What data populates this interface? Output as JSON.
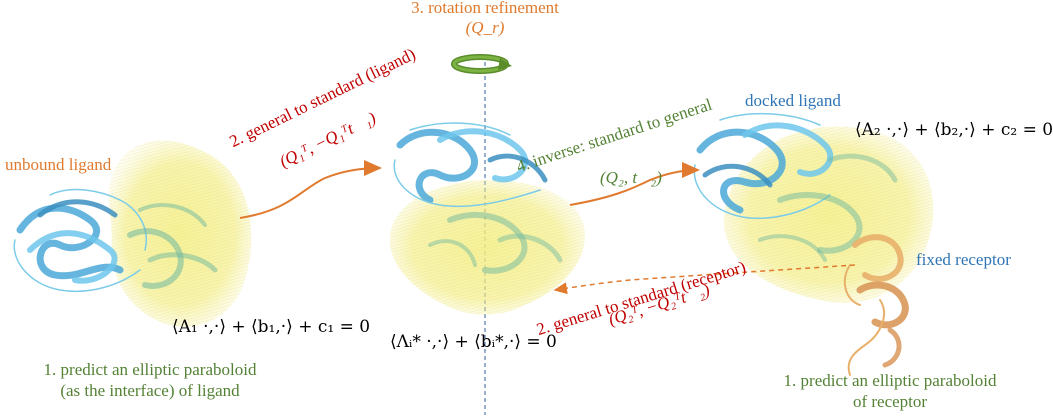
{
  "step3": {
    "title": "3. rotation refinement",
    "formula": "(Q_r)"
  },
  "labels": {
    "unbound_ligand": "unbound ligand",
    "docked_ligand": "docked ligand",
    "fixed_receptor": "fixed receptor"
  },
  "step2_ligand": {
    "title": "2. general to standard (ligand)",
    "formula": "(Q₁ᵀ, −Q₁ᵀt⃗₁)"
  },
  "step4": {
    "title": "4. inverse: standard to general",
    "formula": "(Q₂, t⃗₂)"
  },
  "step2_receptor": {
    "title": "2. general to standard (receptor)",
    "formula": "(Q₂ᵀ, −Q₂ᵀt⃗₂)"
  },
  "equations": {
    "ligand": "⟨A₁ ·,·⟩ + ⟨b₁,·⟩ + c₁ = 0",
    "standard": "⟨Λᵢ* ·,·⟩ + ⟨bᵢ*,·⟩ = 0",
    "docked": "⟨A₂ ·,·⟩ + ⟨b₂,·⟩ + c₂ = 0"
  },
  "step1_ligand": {
    "line1": "1. predict an elliptic paraboloid",
    "line2": "(as the interface) of ligand"
  },
  "step1_receptor": {
    "line1": "1. predict an elliptic paraboloid",
    "line2": "of receptor"
  },
  "colors": {
    "orange": "#e07a2e",
    "red": "#c00000",
    "green": "#548235",
    "blue": "#2e75b6",
    "ligand": "#5bc0e8",
    "receptor": "#e8b06a",
    "paraboloid": "#f2ec7a"
  }
}
